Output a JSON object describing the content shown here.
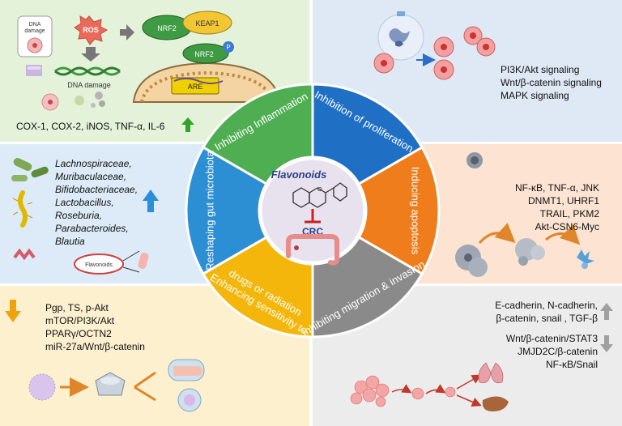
{
  "center": {
    "title": "Flavonoids",
    "target": "CRC",
    "colors": {
      "disc": "#e7e2ee",
      "ring": "#6e6e6e",
      "inhibit": "#cc2020"
    }
  },
  "segments": [
    {
      "id": "inflammation",
      "label": "Inhibiting Inflammation",
      "color": "#4fae52"
    },
    {
      "id": "proliferation",
      "label": "Inhibition of proliferation",
      "color": "#1f6fc4"
    },
    {
      "id": "apoptosis",
      "label": "Inducing apoptosis",
      "color": "#f07d1b"
    },
    {
      "id": "migration",
      "label": "Inhibiting migration & invasion",
      "color": "#8a8a8a"
    },
    {
      "id": "sensitivity",
      "label_lines": [
        "Enhancing sensitivity to",
        "drugs or radiation"
      ],
      "color": "#f5b60c"
    },
    {
      "id": "microbiota",
      "label": "Reshaping gut microbiota",
      "color": "#2c8fd4"
    }
  ],
  "panels": {
    "inflammation": {
      "bg": "#e4f2da",
      "labels": {
        "dna_small": [
          "DNA",
          "damage"
        ],
        "ros": "ROS",
        "dna_damage": "DNA damage",
        "nrf2": "NRF2",
        "keap1": "KEAP1",
        "nrf2_b": "NRF2",
        "p": "P",
        "are": "ARE"
      },
      "markers": "COX-1, COX-2, iNOS, TNF-α, IL-6",
      "arrow": "up"
    },
    "proliferation": {
      "bg": "#dfe8f5",
      "lines": [
        "PI3K/Akt signaling",
        "Wnt/β-catenin signaling",
        "MAPK signaling"
      ]
    },
    "microbiota": {
      "bg": "#dcebf7",
      "taxa": [
        "Lachnospiraceae,",
        "Muribaculaceae,",
        "Bifidobacteriaceae,",
        "Lactobacillus,",
        "Roseburia,",
        "Parabacteroides,",
        "Blautia"
      ],
      "flavonoids_tag": "Flavonoids",
      "arrow": "up"
    },
    "apoptosis": {
      "bg": "#fce3d2",
      "lines": [
        "NF-κB, TNF-α, JNK",
        "DNMT1, UHRF1",
        "TRAIL, PKM2",
        "Akt-CSN6-Myc"
      ]
    },
    "sensitivity": {
      "bg": "#fdf0cf",
      "lines": [
        "Pgp, TS, p-Akt",
        "mTOR/PI3K/Akt",
        "PPARγ/OCTN2",
        "miR-27a/Wnt/β-catenin"
      ],
      "arrow": "down"
    },
    "migration": {
      "bg": "#ececec",
      "up_lines": [
        "E-cadherin, N-cadherin,",
        "β-catenin, snail , TGF-β"
      ],
      "down_lines": [
        "Wnt/β-catenin/STAT3",
        "JMJD2C/β-catenin",
        "NF-κB/Snail"
      ],
      "arrows": [
        "up",
        "down"
      ]
    }
  }
}
